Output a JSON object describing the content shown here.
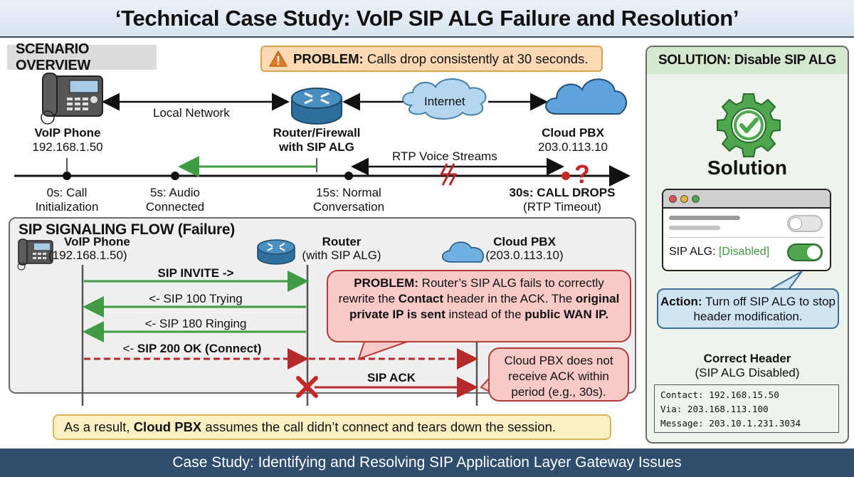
{
  "title": "‘Technical Case Study: VoIP SIP ALG Failure and Resolution’",
  "scenario": {
    "section_label": "SCENARIO OVERVIEW",
    "problem_banner": {
      "icon": "warning-triangle-icon",
      "label": "PROBLEM:",
      "text": "Calls drop consistently at 30 seconds."
    },
    "nodes": [
      {
        "icon": "desk-phone-icon",
        "name": "VoIP Phone",
        "detail": "192.168.1.50"
      },
      {
        "icon": "router-icon",
        "name": "Router/Firewall",
        "detail": "with SIP ALG"
      },
      {
        "icon": "cloud-icon",
        "name": "Cloud PBX",
        "detail": "203.0.113.10"
      }
    ],
    "links": {
      "local": "Local Network",
      "internet": "Internet",
      "rtp": "RTP Voice Streams"
    },
    "timeline": [
      {
        "line1": "0s: Call",
        "line2": "Initialization"
      },
      {
        "line1": "5s: Audio",
        "line2": "Connected"
      },
      {
        "line1": "15s: Normal",
        "line2": "Conversation"
      },
      {
        "line1": "30s: CALL DROPS",
        "line2": "(RTP Timeout)"
      }
    ]
  },
  "signaling": {
    "title": "SIP SIGNALING FLOW (Failure)",
    "endpoints": [
      {
        "name": "VoIP Phone",
        "detail": "(192.168.1.50)"
      },
      {
        "name": "Router",
        "detail": "(with SIP ALG)"
      },
      {
        "name": "Cloud PBX",
        "detail": "(203.0.113.10)"
      }
    ],
    "messages": [
      {
        "label": "SIP INVITE ->",
        "bold": true
      },
      {
        "label": "<- SIP 100 Trying",
        "bold": false
      },
      {
        "label": "<- SIP 180 Ringing",
        "bold": false
      },
      {
        "prefix": "<- ",
        "label": "SIP 200 OK (Connect)",
        "bold": true
      },
      {
        "label": "SIP ACK",
        "bold": true
      }
    ],
    "problem_callout": {
      "lead": "PROBLEM:",
      "t1": " Router’s SIP ALG fails to correctly rewrite the ",
      "b1": "Contact",
      "t2": " header in the ACK. The ",
      "b2": "original private IP is sent",
      "t3": " instead of the ",
      "b3": "public WAN IP."
    },
    "pbx_callout": "Cloud PBX does not receive ACK within period (e.g., 30s).",
    "result": {
      "t1": "As a result, ",
      "b1": "Cloud PBX",
      "t2": " assumes the call didn’t connect and tears down the session."
    }
  },
  "solution": {
    "header": "SOLUTION: Disable SIP ALG",
    "icon": "gear-check-icon",
    "heading": "Solution",
    "setting_label": "SIP ALG:",
    "setting_value": "[Disabled]",
    "action": {
      "label": "Action:",
      "text": " Turn off SIP ALG to stop header modification."
    },
    "correct_header": {
      "title": "Correct Header",
      "subtitle": "(SIP ALG Disabled)",
      "lines": [
        "Contact: 192.168.15.50",
        "Via: 203.168.113.100",
        "Message: 203.10.1.231.3034"
      ]
    }
  },
  "footer": "Case Study: Identifying and Resolving SIP Application Layer Gateway Issues",
  "colors": {
    "accent_green": "#3f9b44",
    "alert_red": "#b52a2a",
    "footer_bg": "#2f4e6e",
    "router_blue": "#3d7fae",
    "cloud_blue": "#9cc8ea"
  }
}
